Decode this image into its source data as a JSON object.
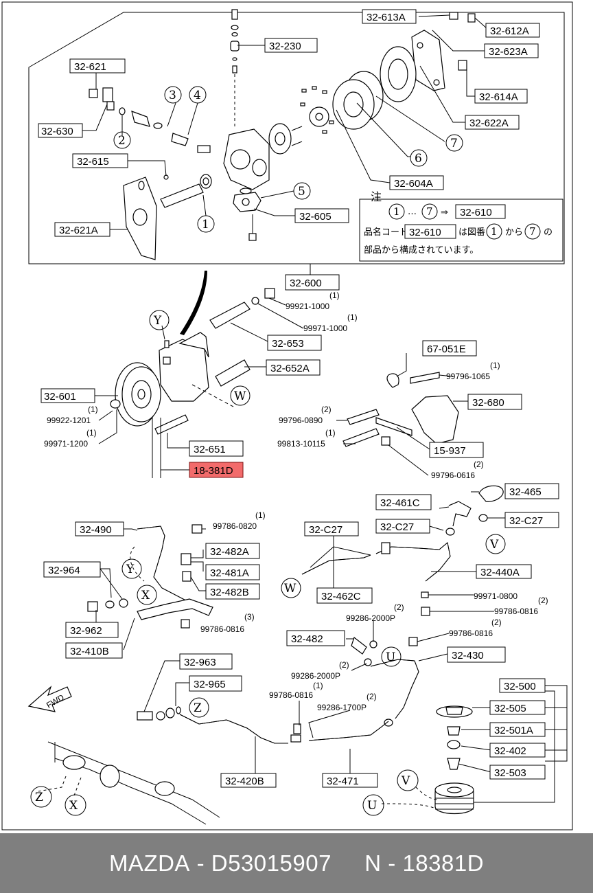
{
  "footer": {
    "brand": "MAZDA",
    "sep1": " - ",
    "part_number": "D53015907",
    "gap": "     ",
    "n_label": "N",
    "sep2": " - ",
    "ref": "18381D"
  },
  "highlight_color": "#f26b6b",
  "labels": {
    "l_32_613A": "32-613A",
    "l_32_612A": "32-612A",
    "l_32_623A": "32-623A",
    "l_32_230": "32-230",
    "l_32_621": "32-621",
    "l_32_614A": "32-614A",
    "l_32_622A": "32-622A",
    "l_32_630": "32-630",
    "l_32_615": "32-615",
    "l_32_604A": "32-604A",
    "l_32_621A": "32-621A",
    "l_32_605": "32-605",
    "l_32_610a": "32-610",
    "l_32_610b": "32-610",
    "l_32_600": "32-600",
    "l_32_653": "32-653",
    "l_32_652A": "32-652A",
    "l_67_051E": "67-051E",
    "l_32_601": "32-601",
    "l_32_680": "32-680",
    "l_32_651": "32-651",
    "l_15_937": "15-937",
    "l_18_381D": "18-381D",
    "l_32_465": "32-465",
    "l_32_461C": "32-461C",
    "l_32_C27a": "32-C27",
    "l_32_C27b": "32-C27",
    "l_32_C27c": "32-C27",
    "l_32_490": "32-490",
    "l_32_482A": "32-482A",
    "l_32_481A": "32-481A",
    "l_32_482B": "32-482B",
    "l_32_964": "32-964",
    "l_32_440A": "32-440A",
    "l_32_462C": "32-462C",
    "l_32_962": "32-962",
    "l_32_410B": "32-410B",
    "l_32_482": "32-482",
    "l_32_430": "32-430",
    "l_32_963": "32-963",
    "l_32_965": "32-965",
    "l_32_500": "32-500",
    "l_32_505": "32-505",
    "l_32_501A": "32-501A",
    "l_32_402": "32-402",
    "l_32_503": "32-503",
    "l_32_420B": "32-420B",
    "l_32_471": "32-471"
  },
  "small": {
    "s1": "(1)",
    "s_99921_1000": "99921-1000",
    "s2": "(1)",
    "s_99971_1000": "99971-1000",
    "s3": "(1)",
    "s_99796_1065": "99796-1065",
    "s4": "(1)",
    "s_99922_1201": "99922-1201",
    "s5": "(1)",
    "s_99971_1200": "99971-1200",
    "s6": "(2)",
    "s_99796_0890": "99796-0890",
    "s7": "(1)",
    "s_99813_10115": "99813-10115",
    "s8": "(2)",
    "s_99796_0616": "99796-0616",
    "s9": "(1)",
    "s_99786_0820": "99786-0820",
    "s10": "(2)",
    "s_99286_2000P_a": "99286-2000P",
    "s_99971_0800": "99971-0800",
    "s11": "(2)",
    "s_99786_0816_a": "99786-0816",
    "s12": "(3)",
    "s_99786_0816_b": "99786-0816",
    "s13": "(2)",
    "s_99786_0816_c": "99786-0816",
    "s14": "(2)",
    "s_99286_2000P_b": "99286-2000P",
    "s15": "(1)",
    "s_99786_0816_d": "99786-0816",
    "s16": "(2)",
    "s_99286_1700P": "99286-1700P"
  },
  "circled": {
    "c1": "1",
    "c2": "2",
    "c3": "3",
    "c4": "4",
    "c5": "5",
    "c6": "6",
    "c7": "7",
    "n1": "1",
    "n7": "7",
    "n1b": "1",
    "n7b": "7"
  },
  "letters": {
    "Y1": "Y",
    "W1": "W",
    "V1": "V",
    "Y2": "Y",
    "X1": "X",
    "W2": "W",
    "U1": "U",
    "Z1": "Z",
    "V2": "V",
    "Z2": "Z",
    "X2": "X",
    "U2": "U"
  },
  "note": {
    "title": "注",
    "ellipsis": "…",
    "arrow": "⇒",
    "line2_a": "品名コード",
    "line2_b": "は図番",
    "line2_c": "から",
    "line2_d": "の",
    "line3": "部品から構成されています。"
  },
  "fwd": "FWD"
}
